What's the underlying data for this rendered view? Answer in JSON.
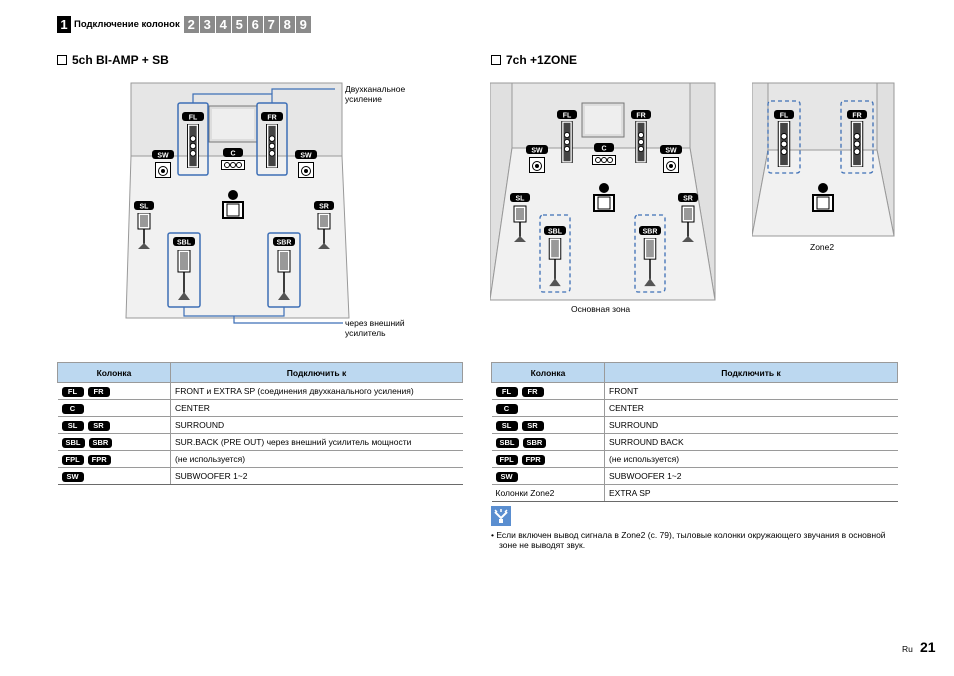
{
  "header": {
    "active_step": "1",
    "title": "Подключение колонок",
    "steps": [
      "2",
      "3",
      "4",
      "5",
      "6",
      "7",
      "8",
      "9"
    ]
  },
  "left": {
    "title": "5ch BI-AMP + SB",
    "diagram": {
      "labels": {
        "fl": "FL",
        "fr": "FR",
        "c": "C",
        "sw": "SW",
        "sl": "SL",
        "sr": "SR",
        "sbl": "SBL",
        "sbr": "SBR"
      },
      "note_biamp": [
        "Двухканальное",
        "усиление"
      ],
      "note_ext": [
        "через внешний",
        "усилитель"
      ]
    },
    "table": {
      "headers": [
        "Колонка",
        "Подключить к"
      ],
      "rows": [
        {
          "badges": [
            "FL",
            "FR"
          ],
          "value": "FRONT и EXTRA SP (соединения двухканального усиления)"
        },
        {
          "badges": [
            "C"
          ],
          "value": "CENTER"
        },
        {
          "badges": [
            "SL",
            "SR"
          ],
          "value": "SURROUND"
        },
        {
          "badges": [
            "SBL",
            "SBR"
          ],
          "value": "SUR.BACK (PRE OUT) через внешний усилитель мощности"
        },
        {
          "badges": [
            "FPL",
            "FPR"
          ],
          "value": "(не используется)"
        },
        {
          "badges": [
            "SW"
          ],
          "value": "SUBWOOFER 1~2"
        }
      ]
    }
  },
  "right": {
    "title": "7ch +1ZONE",
    "main_zone_label": "Основная зона",
    "zone2_label": "Zone2",
    "table": {
      "headers": [
        "Колонка",
        "Подключить к"
      ],
      "rows": [
        {
          "badges": [
            "FL",
            "FR"
          ],
          "text": "",
          "value": "FRONT"
        },
        {
          "badges": [
            "C"
          ],
          "text": "",
          "value": "CENTER"
        },
        {
          "badges": [
            "SL",
            "SR"
          ],
          "text": "",
          "value": "SURROUND"
        },
        {
          "badges": [
            "SBL",
            "SBR"
          ],
          "text": "",
          "value": "SURROUND BACK"
        },
        {
          "badges": [
            "FPL",
            "FPR"
          ],
          "text": "",
          "value": "(не используется)"
        },
        {
          "badges": [
            "SW"
          ],
          "text": "",
          "value": "SUBWOOFER 1~2"
        },
        {
          "badges": [],
          "text": "Колонки Zone2",
          "value": "EXTRA SP"
        }
      ]
    },
    "tip": [
      "Если включен вывод сигнала в Zone2 (с. 79), тыловые колонки окружающего звучания в основной",
      "зоне не выводят звук."
    ]
  },
  "footer": {
    "lang": "Ru",
    "page": "21"
  },
  "colors": {
    "header_step_inactive": "#8a8a8a",
    "table_header": "#bcd8f0",
    "diagram_bg": "#e6e6e6",
    "highlight_blue": "#3d6fb6",
    "tip_icon": "#5a8ed0"
  }
}
